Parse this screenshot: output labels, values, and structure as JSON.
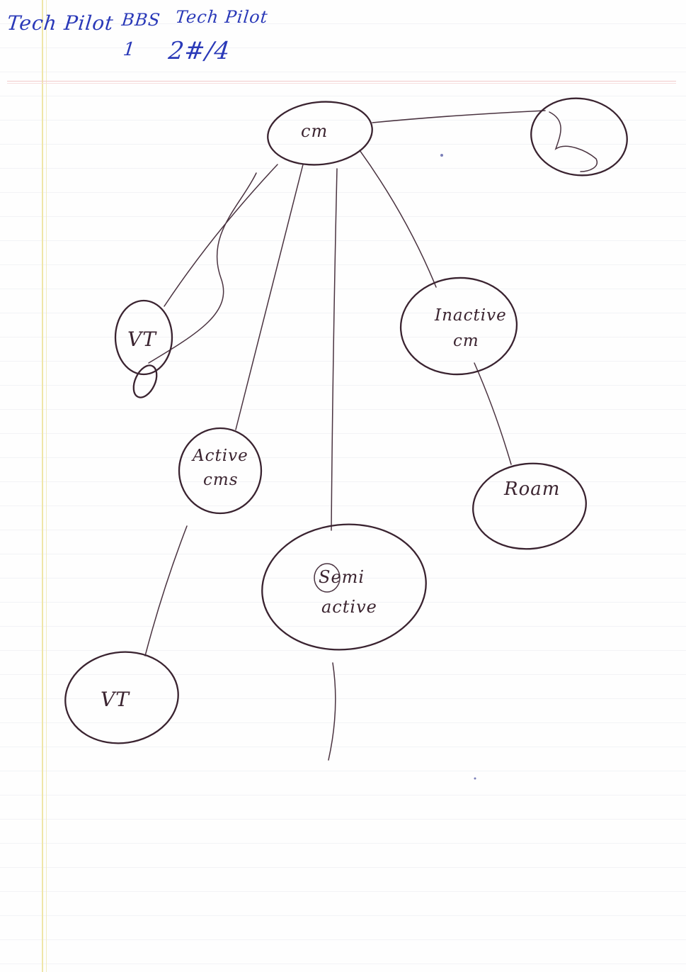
{
  "header_notes": {
    "line1_a": "Tech Pilot",
    "line1_b": "BBS",
    "line1_c": "Tech Pilot",
    "line2_a": "1",
    "line2_b": "2#/4"
  },
  "nodes": {
    "cm": "cm",
    "squiggle": "",
    "vt_upper": "VT",
    "active_cms_1": "Active",
    "active_cms_2": "cms",
    "inactive_cm_1": "Inactive",
    "inactive_cm_2": "cm",
    "roam": "Roam",
    "semi_active_1": "Semi",
    "semi_active_2": "active",
    "vt_lower": "VT"
  },
  "colors": {
    "ink": "#3a2330",
    "blue_ink": "#2a39b8",
    "paper": "#fefefe",
    "margin": "#efe6a8",
    "rule": "#f1c9c9"
  }
}
